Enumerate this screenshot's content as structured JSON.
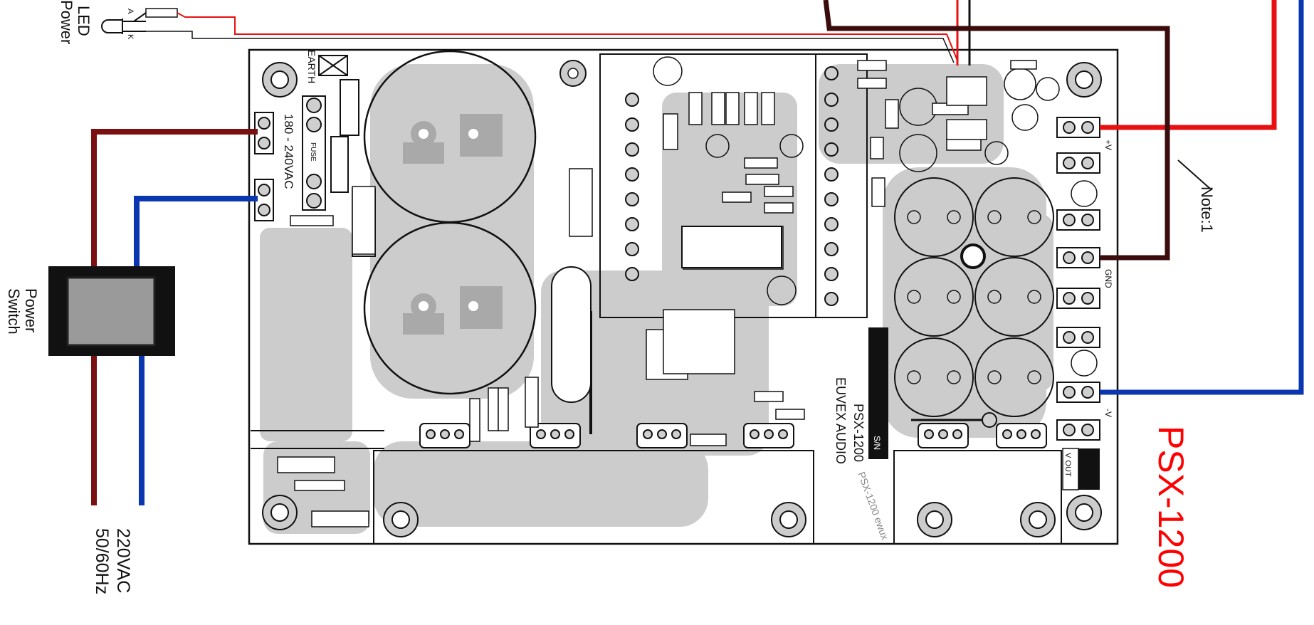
{
  "labels": {
    "power_led": "Power\nLED",
    "power_switch": "Power\nSwitch",
    "mains": "220VAC\n50/60Hz",
    "note": "Note:1",
    "product_name": "PSX-1200"
  },
  "pcb_text": {
    "earth": "EARTH",
    "voltage_range": "180 - 240VAC",
    "brand": "EUVEX AUDIO",
    "model": "PSX-1200",
    "serial_box": "S/N",
    "v_out": "V OUT",
    "mirrored_code": "PSX-1200 ewux",
    "fuse": "FUSE",
    "gnd": "GND",
    "plus_v": "+V",
    "minus_v": "-V",
    "led_pins": {
      "a": "A",
      "k": "K"
    }
  },
  "colors": {
    "brown_wire": "#7a1010",
    "blue_wire": "#0a36b0",
    "red_wire": "#e81010",
    "dark_wire": "#3a0c0c",
    "copper": "#cccccc",
    "product_red": "#ff0000"
  }
}
